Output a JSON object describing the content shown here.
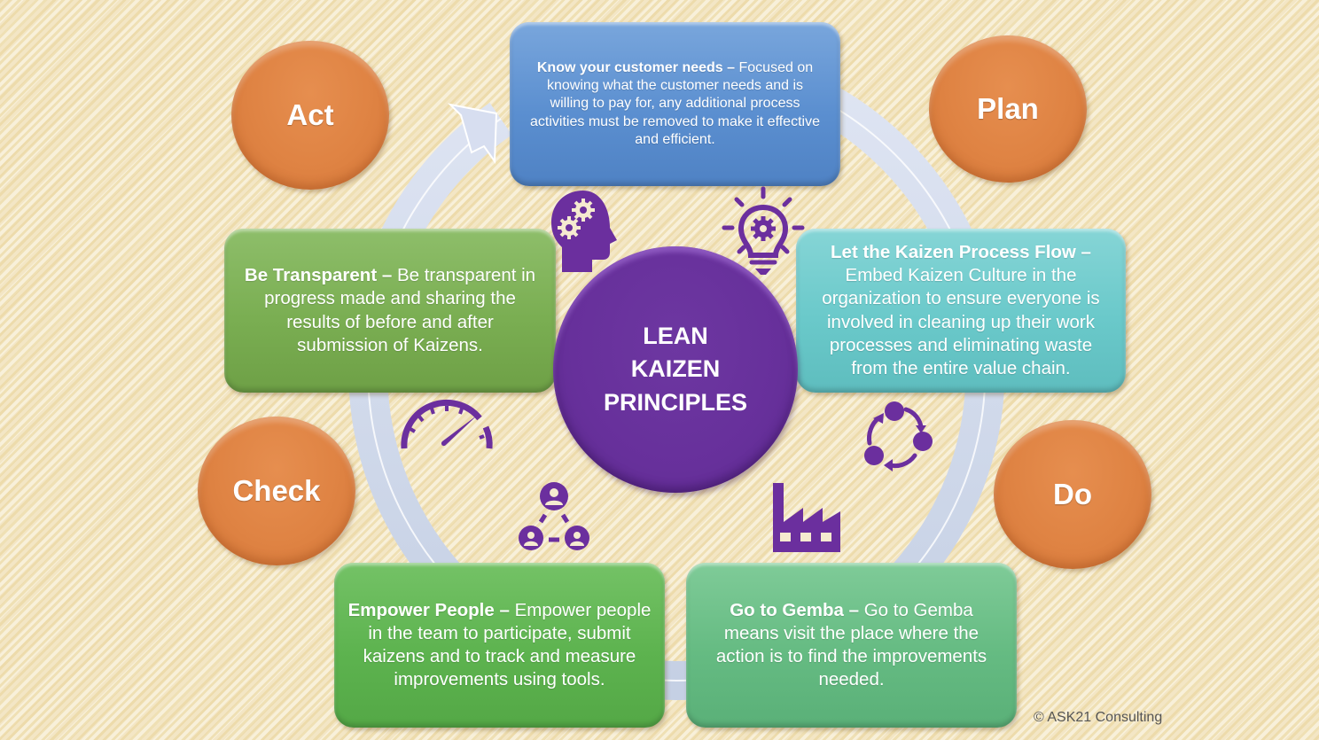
{
  "title": {
    "line1": "LEAN",
    "line2": "KAIZEN",
    "line3": "PRINCIPLES"
  },
  "cycle": {
    "act": "Act",
    "plan": "Plan",
    "do": "Do",
    "check": "Check"
  },
  "principles": [
    {
      "heading": "Know your customer needs –",
      "body": "Focused on knowing what the customer needs and is willing to pay for, any additional process activities must be removed to make it effective and efficient.",
      "color": "#5b8fd0"
    },
    {
      "heading": "Let the Kaizen Process Flow –",
      "body": "Embed Kaizen Culture in the organization to ensure everyone is involved in cleaning up their work processes and eliminating waste from the entire value chain.",
      "color": "#63c4c6"
    },
    {
      "heading": "Go to Gemba –",
      "body": "Go to Gemba means visit the place where the action is to find the improvements needed.",
      "color": "#63b980"
    },
    {
      "heading": "Empower People –",
      "body": "Empower people in the team to participate, submit kaizens and to track and measure improvements using tools.",
      "color": "#5ab050"
    },
    {
      "heading": "Be Transparent –",
      "body": "Be transparent in progress made and sharing the results of before and after submission of Kaizens.",
      "color": "#77ab4e"
    }
  ],
  "icons": [
    "head-gears-icon",
    "lightbulb-gear-icon",
    "cycle-arrows-icon",
    "factory-icon",
    "people-network-icon",
    "speedometer-icon"
  ],
  "colors": {
    "pdca_orange": "#df8343",
    "center_purple": "#67309b",
    "icon_purple": "#6b2f9e",
    "ring": "#ccd6ea"
  },
  "footer": {
    "copyright": "© ASK21 Consulting"
  }
}
